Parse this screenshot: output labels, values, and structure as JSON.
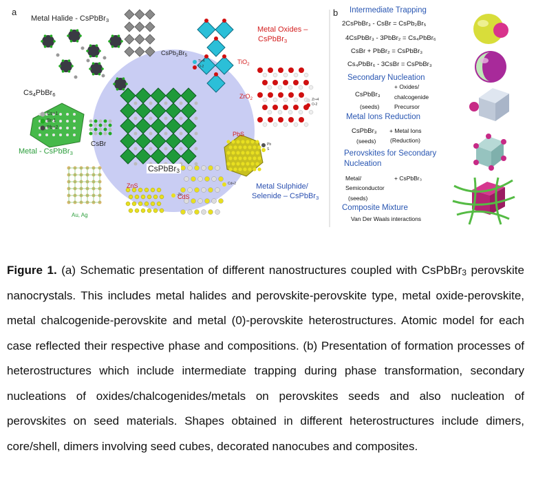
{
  "panel_a": {
    "letter": "a",
    "metal_halide_title": "Metal Halide - CsPbBr",
    "metal_halide_sub": "3",
    "cspb2br5_label": "CsPb",
    "cspb2br5_sub1": "2",
    "cspb2br5_mid": "Br",
    "cspb2br5_sub2": "5",
    "cs4pbbr6_label": "Cs",
    "cs4pbbr6_sub1": "4",
    "cs4pbbr6_mid": "PbBr",
    "cs4pbbr6_sub2": "6",
    "legend_cs": "Cs+1",
    "legend_br": "Br-1",
    "legend_pb": "Pb+2",
    "metal_title": "Metal - CsPbBr",
    "metal_sub": "3",
    "csbr_label": "CsBr",
    "au_ag_label": "Au, Ag",
    "center_label": "CsPbBr",
    "center_sub": "3",
    "zns_label": "ZnS",
    "cds_label": "CdS",
    "pbs_label": "PbS",
    "sulphide_title_line1": "Metal Sulphide/",
    "sulphide_title_line2": "Selenide – CsPbBr",
    "sulphide_sub": "3",
    "oxides_title_line1": "Metal Oxides –",
    "oxides_title_line2": "CsPbBr",
    "oxides_sub": "3",
    "tio2_label": "TiO",
    "tio2_sub": "2",
    "zro2_label": "ZrO",
    "zro2_sub": "2",
    "ti_legend": "Ti+4",
    "o_legend": "O-2",
    "zr_legend": "Zr+4",
    "zr_o_legend": "O-2",
    "pb_legend": "Pb",
    "s_legend": "S",
    "zn_legend": "-Zn-",
    "cd_legend": "Cd+2"
  },
  "panel_b": {
    "letter": "b",
    "intermediate_trapping": "Intermediate Trapping",
    "eq1": "2CsPbBr₃  -  CsBr    = CsPb₂Br₅",
    "eq2": "4CsPbBr₃  - 3PbBr₂   = Cs₄PbBr₆",
    "eq3": "CsBr    +  PbBr₂      = CsPbBr₃",
    "eq4": "Cs₄PbBr₆   - 3CsBr   = CsPbBr₃",
    "secondary_nucleation": "Secondary Nucleation",
    "sn_left_1": "CsPbBr₃",
    "sn_left_2": "(seeds)",
    "sn_right_1": "+ Oxides/",
    "sn_right_2": "chalcogenide",
    "sn_right_3": "Precursor",
    "metal_ions_reduction": "Metal Ions Reduction",
    "mir_left_1": "CsPbBr₃",
    "mir_left_2": "(seeds)",
    "mir_right_1": "+ Metal Ions",
    "mir_right_2": "(Reduction)",
    "perovskites_secondary_1": "Perovskites for Secondary",
    "perovskites_secondary_2": "Nucleation",
    "psn_left_1": "Metal/",
    "psn_left_2": "Semiconductor",
    "psn_left_3": "(seeds)",
    "psn_right_1": "+ CsPbBr₃",
    "composite_mixture": "Composite Mixture",
    "cm_text": "Van Der Waals interactions"
  },
  "caption": {
    "label": "Figure 1.",
    "text_a": " (a) Schematic presentation of different nanostructures coupled with CsPbBr",
    "text_sub": "3",
    "text_b": " perovskite nanocrystals. This includes metal halides and perovskite-perovskite type, metal oxide-perovskite, metal chalcogenide-perovskite and metal (0)-perovskite heterostructures. Atomic model for each case reflected their respective phase and compositions. (b) Presentation of formation processes of heterostructures which include intermediate trapping during phase transformation, secondary nucleations of oxides/chalcogenides/metals on perovskites seeds and also nucleation of perovskites on seed materials. Shapes obtained in different heterostructures include dimers, core/shell, dimers involving seed cubes, decorated nanocubes and composites."
  },
  "colors": {
    "blue_text": "#2a4fb0",
    "green_text": "#2a9d3a",
    "red_text": "#d42020",
    "circle_fill": "#c9cdf3",
    "octahedra_green": "#1f9a3a",
    "octahedra_cyan": "#2bbfd8",
    "oxygen_red": "#d01010",
    "sulfur_yellow": "#e8df20"
  }
}
